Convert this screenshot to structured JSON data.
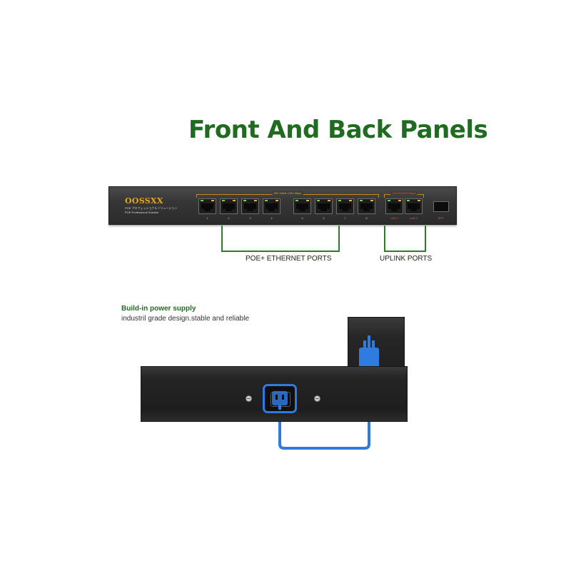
{
  "title": "Front And Back Panels",
  "switch": {
    "brand": "OOSSXX",
    "brand_line1": "POE プロフェッショナルソリューション",
    "brand_line2": "POE Professional Solution",
    "poe_bracket_label": "802.3af/at 1000 Mbps",
    "uplink_bracket_label": "10/100/1000 Mbps",
    "port_numbers": [
      "1",
      "2",
      "3",
      "4",
      "5",
      "6",
      "7",
      "8"
    ],
    "uplink_labels": [
      "LAN 1",
      "LAN 2"
    ],
    "sfp_label": "SFP"
  },
  "callouts": {
    "poe_ports": "POE+ ETHERNET PORTS",
    "uplink_ports": "UPLINK PORTS"
  },
  "power": {
    "heading": "Build-in power supply",
    "description": "industril grade design.stable and reliable"
  },
  "colors": {
    "title_green": "#1f6b1f",
    "callout_line_green": "#2f7a2f",
    "cable_blue": "#2f7be0",
    "brand_gold": "#e8a620"
  },
  "icons": [
    "rj45-port-icon",
    "sfp-port-icon",
    "power-plug-icon",
    "screw-icon"
  ]
}
